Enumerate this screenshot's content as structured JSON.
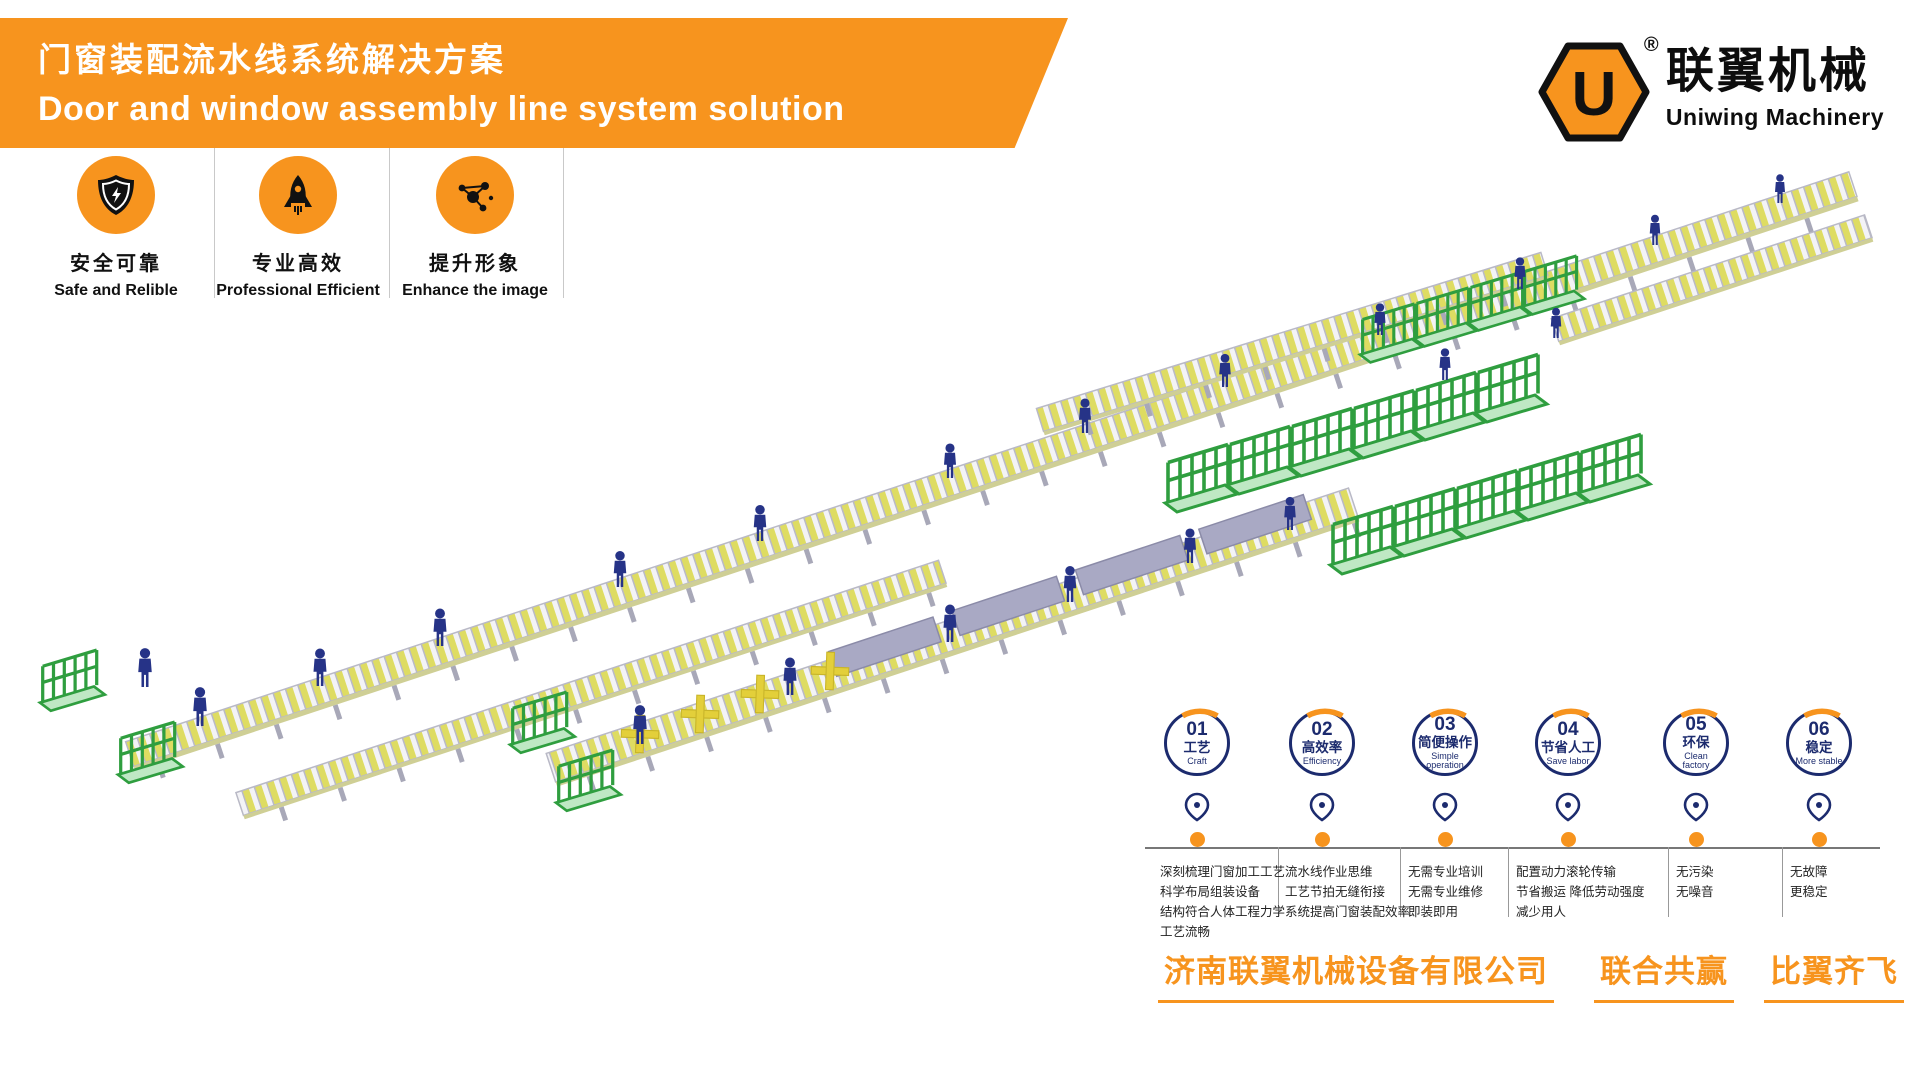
{
  "header": {
    "title_zh": "门窗装配流水线系统解决方案",
    "title_en": "Door and window assembly line system solution"
  },
  "logo": {
    "letter": "U",
    "registered_mark": "®",
    "brand_zh": "联翼机械",
    "brand_en": "Uniwing Machinery"
  },
  "badges": {
    "items": [
      {
        "icon": "shield-icon",
        "label_zh": "安全可靠",
        "label_en": "Safe and Relible"
      },
      {
        "icon": "rocket-icon",
        "label_zh": "专业高效",
        "label_en": "Professional Efficient"
      },
      {
        "icon": "molecule-icon",
        "label_zh": "提升形象",
        "label_en": "Enhance the image"
      }
    ]
  },
  "features": {
    "items": [
      {
        "number": "01",
        "label_zh": "工艺",
        "label_en": "Craft",
        "description": "深刻梳理门窗加工工艺\n科学布局组装设备\n结构符合人体工程力学\n工艺流畅"
      },
      {
        "number": "02",
        "label_zh": "高效率",
        "label_en": "Efficiency",
        "description": "流水线作业思维\n工艺节拍无缝衔接\n系统提高门窗装配效率"
      },
      {
        "number": "03",
        "label_zh": "简便操作",
        "label_en": "Simple operation",
        "description": "无需专业培训\n无需专业维修\n即装即用"
      },
      {
        "number": "04",
        "label_zh": "节省人工",
        "label_en": "Save labor",
        "description": "配置动力滚轮传输\n节省搬运 降低劳动强度\n减少用人"
      },
      {
        "number": "05",
        "label_zh": "环保",
        "label_en": "Clean factory",
        "description": "无污染\n无噪音"
      },
      {
        "number": "06",
        "label_zh": "稳定",
        "label_en": "More stable",
        "description": "无故障\n更稳定"
      }
    ]
  },
  "footer": {
    "company": "济南联翼机械设备有限公司",
    "slogan1": "联合共赢",
    "slogan2": "比翼齐飞"
  },
  "colors": {
    "accent_orange": "#F7941E",
    "navy": "#1C2B6E",
    "rack_green": "#2F9E3F",
    "worker_blue": "#263387"
  },
  "illustration": {
    "alt": "Isometric assembly line: long roller conveyors with workers and green glass transport racks"
  }
}
